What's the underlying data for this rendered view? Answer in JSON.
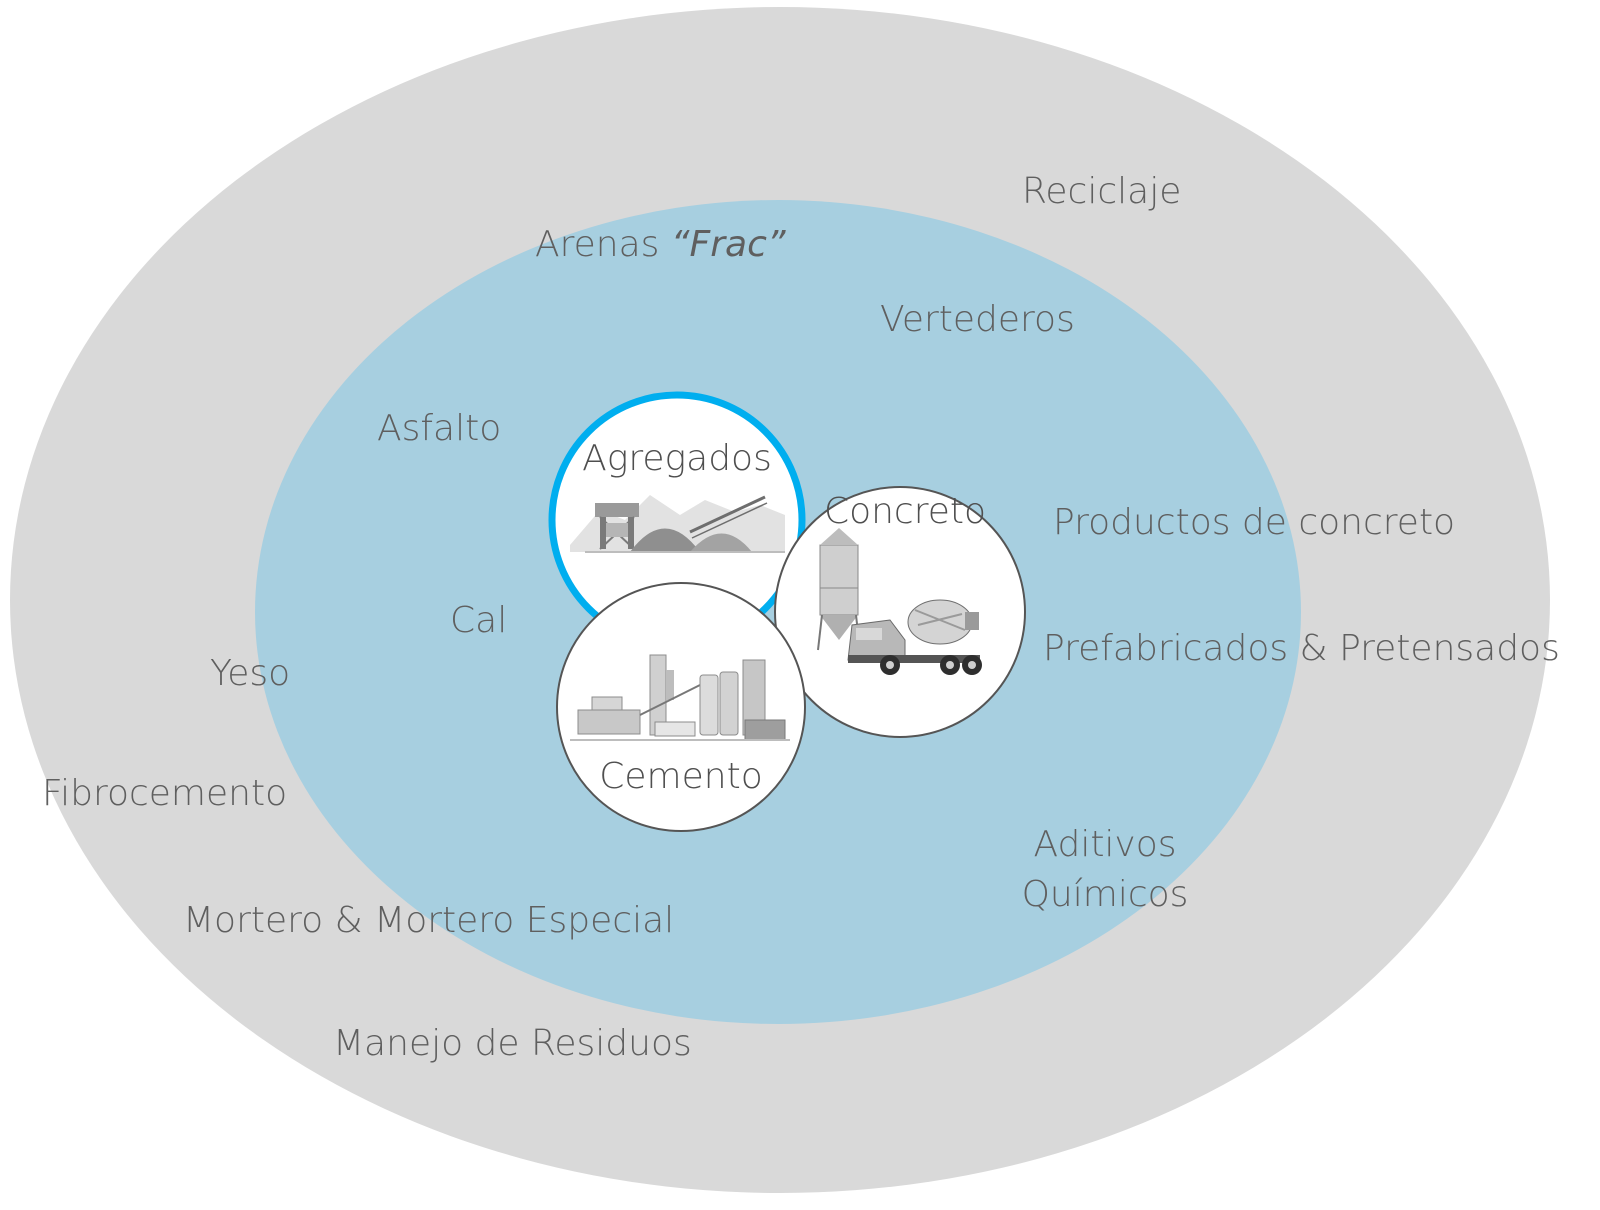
{
  "colors": {
    "outer_ring": "#d9d9d9",
    "middle_ring": "#a7cfe0",
    "highlight_ring": "#00aeef",
    "core_fill": "#ffffff",
    "core_stroke": "#555555",
    "text": "#5f5f5f"
  },
  "core": {
    "agregados": {
      "label": "Agregados",
      "icon": "quarry-plant-icon"
    },
    "concreto": {
      "label": "Concreto",
      "icon": "mixer-truck-icon"
    },
    "cemento": {
      "label": "Cemento",
      "icon": "cement-plant-icon"
    }
  },
  "middle_ring": {
    "arenas": "Arenas ",
    "arenas_frac": "“Frac”",
    "vertederos": "Vertederos",
    "asfalto": "Asfalto",
    "cal": "Cal",
    "aditivos_line1": "Aditivos",
    "aditivos_line2": "Químicos"
  },
  "outer_ring": {
    "reciclaje": "Reciclaje",
    "productos_concreto": "Productos de concreto",
    "prefabricados": "Prefabricados & Pretensados",
    "yeso": "Yeso",
    "fibrocemento": "Fibrocemento",
    "mortero": "Mortero & Mortero Especial",
    "manejo_residuos": "Manejo de Residuos"
  }
}
